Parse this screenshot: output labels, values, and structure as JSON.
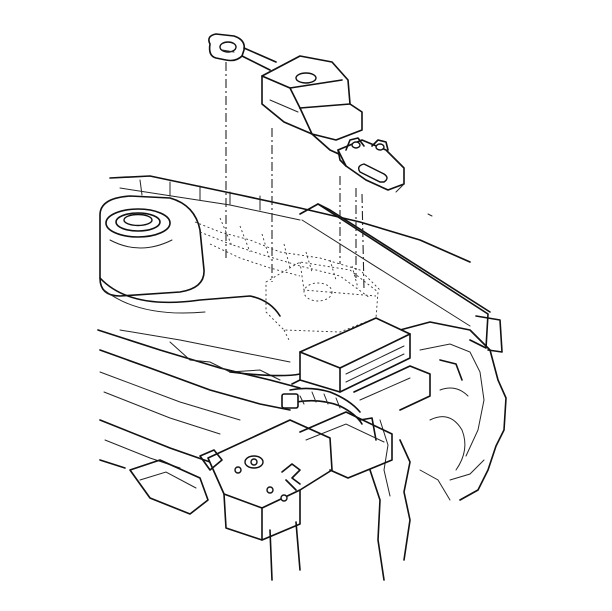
{
  "figure": {
    "colors": {
      "line": "#111111",
      "background": "#ffffff"
    },
    "parts": [
      "bracket-strap",
      "module-cover",
      "slotted-mount-bracket",
      "underhood-relay-module",
      "strut-tower",
      "radiator-support",
      "fender-apron",
      "wiring-harness"
    ]
  }
}
